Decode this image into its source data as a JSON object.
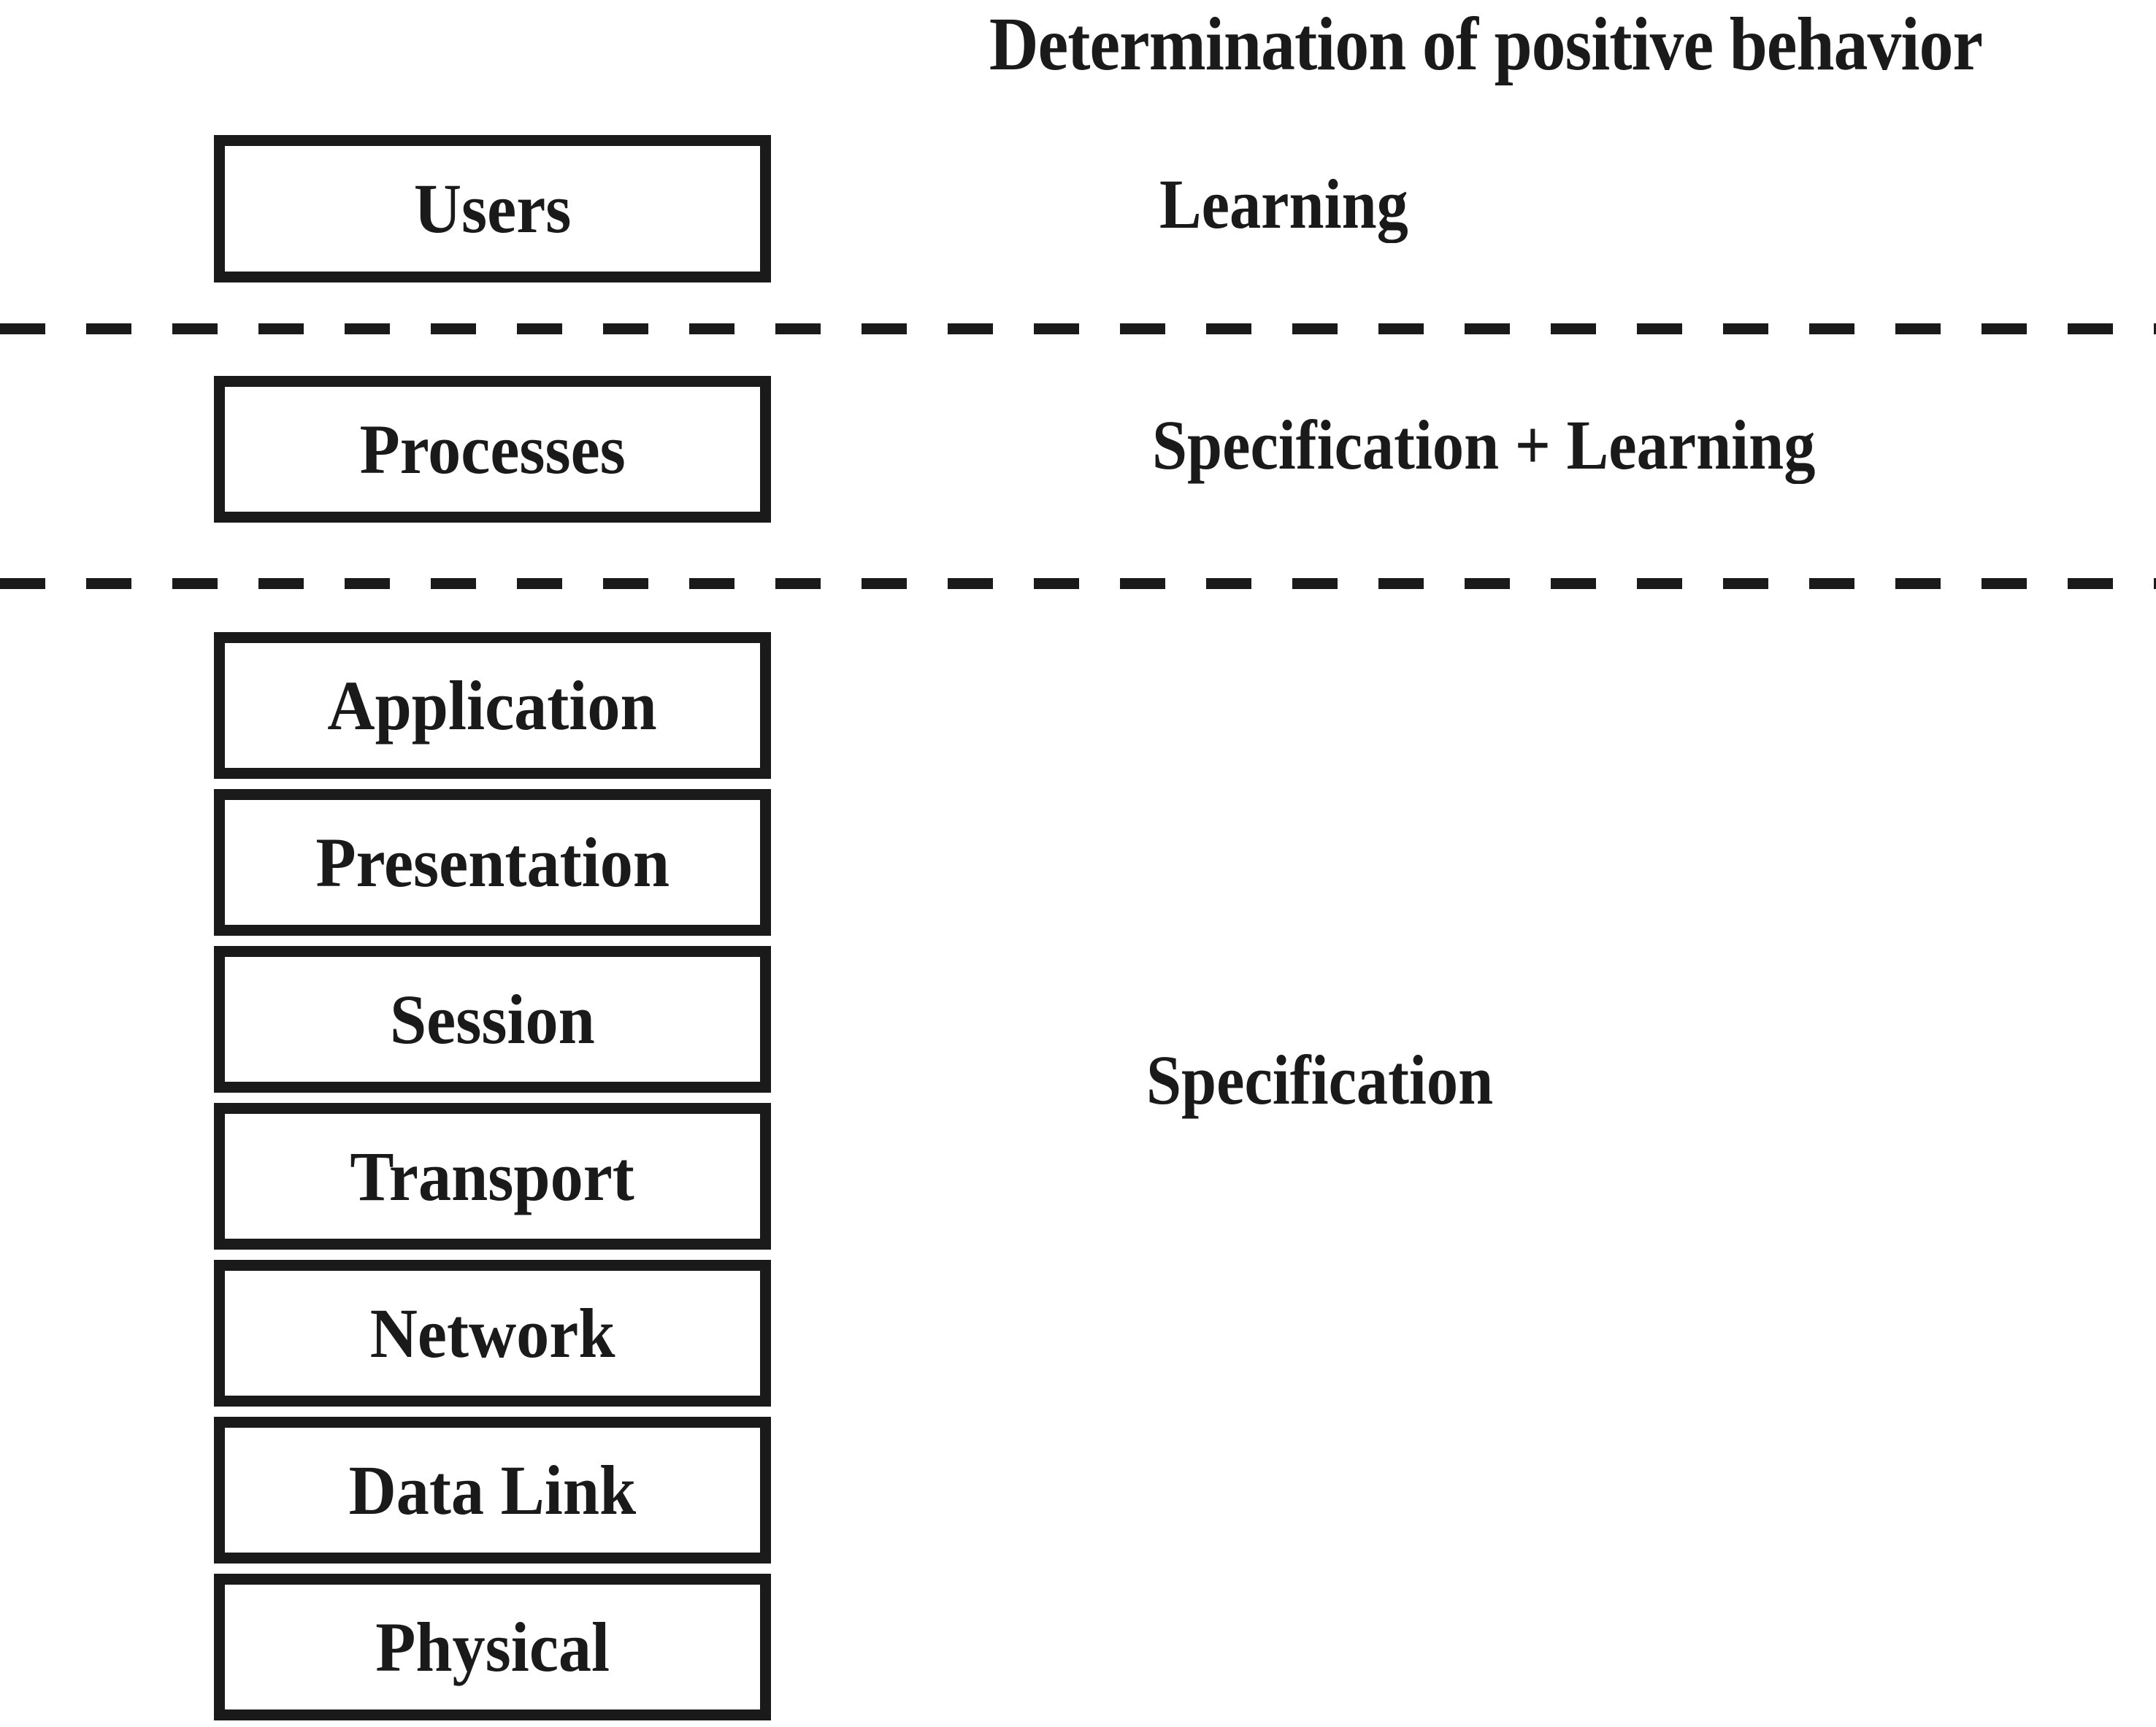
{
  "diagram": {
    "title": "Determination of positive behavior",
    "line_color": "#1a1a1a",
    "background_color": "#ffffff"
  },
  "stack": {
    "users_group": [
      {
        "id": "users",
        "label": "Users"
      }
    ],
    "processes_group": [
      {
        "id": "processes",
        "label": "Processes"
      }
    ],
    "osi_group": [
      {
        "id": "application",
        "label": "Application"
      },
      {
        "id": "presentation",
        "label": "Presentation"
      },
      {
        "id": "session",
        "label": "Session"
      },
      {
        "id": "transport",
        "label": "Transport"
      },
      {
        "id": "network",
        "label": "Network"
      },
      {
        "id": "data-link",
        "label": "Data Link"
      },
      {
        "id": "physical",
        "label": "Physical"
      }
    ]
  },
  "zones": [
    {
      "id": "zone-learning",
      "label": "Learning"
    },
    {
      "id": "zone-specification-learning",
      "label": "Specification + Learning"
    },
    {
      "id": "zone-specification",
      "label": "Specification"
    }
  ],
  "separators": [
    {
      "id": "separator-users-processes",
      "style": "dashed"
    },
    {
      "id": "separator-processes-osi",
      "style": "dashed"
    }
  ]
}
